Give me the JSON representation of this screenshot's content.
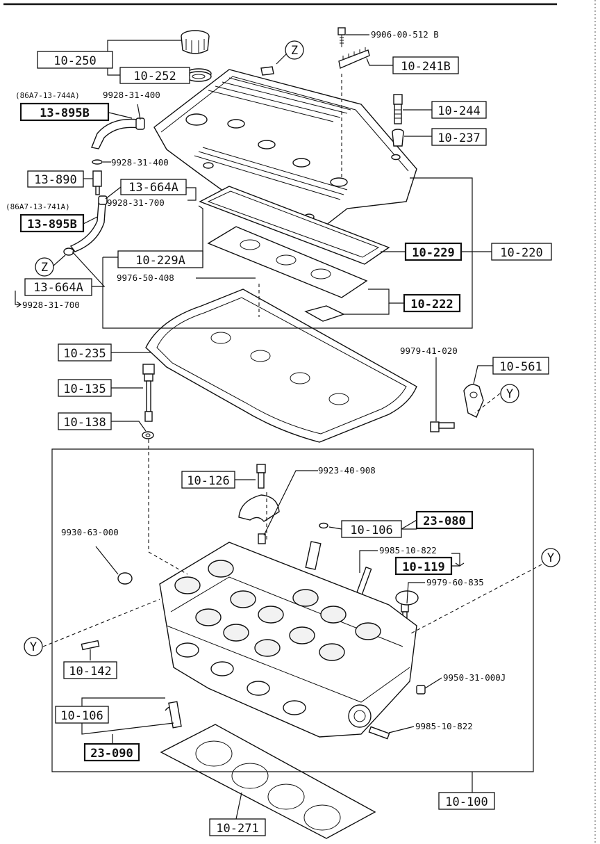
{
  "labels": {
    "p10_250": "10-250",
    "p10_252": "10-252",
    "p13_895b_top": "13-895B",
    "note_86a7_744a": "(86A7-13-744A)",
    "s9928_31_400_a": "9928-31-400",
    "s9928_31_400_b": "9928-31-400",
    "p13_890": "13-890",
    "p13_664a_top": "13-664A",
    "s9928_31_700_a": "9928-31-700",
    "note_86a7_741a": "(86A7-13-741A)",
    "p13_895b_bottom": "13-895B",
    "p10_229a": "10-229A",
    "s9976_50_408": "9976-50-408",
    "p13_664a_bottom": "13-664A",
    "s9928_31_700_b": "9928-31-700",
    "z_top": "Z",
    "z_left": "Z",
    "s9906_00_512b": "9906-00-512 B",
    "p10_241b": "10-241B",
    "p10_244": "10-244",
    "p10_237": "10-237",
    "p10_229": "10-229",
    "p10_220": "10-220",
    "p10_222": "10-222",
    "p10_235": "10-235",
    "p10_135": "10-135",
    "p10_138": "10-138",
    "s9979_41_020": "9979-41-020",
    "p10_561": "10-561",
    "y_right_top": "Y",
    "p10_126": "10-126",
    "s9923_40_908": "9923-40-908",
    "p10_106_top": "10-106",
    "p23_080": "23-080",
    "s9985_10_822_a": "9985-10-822",
    "p10_119": "10-119",
    "s9979_60_835": "9979-60-835",
    "y_right_mid": "Y",
    "s9930_63_000": "9930-63-000",
    "y_left": "Y",
    "p10_142": "10-142",
    "s9950_31_000j": "9950-31-000J",
    "p10_106_bottom": "10-106",
    "p23_090": "23-090",
    "s9985_10_822_b": "9985-10-822",
    "p10_100": "10-100",
    "p10_271": "10-271"
  }
}
